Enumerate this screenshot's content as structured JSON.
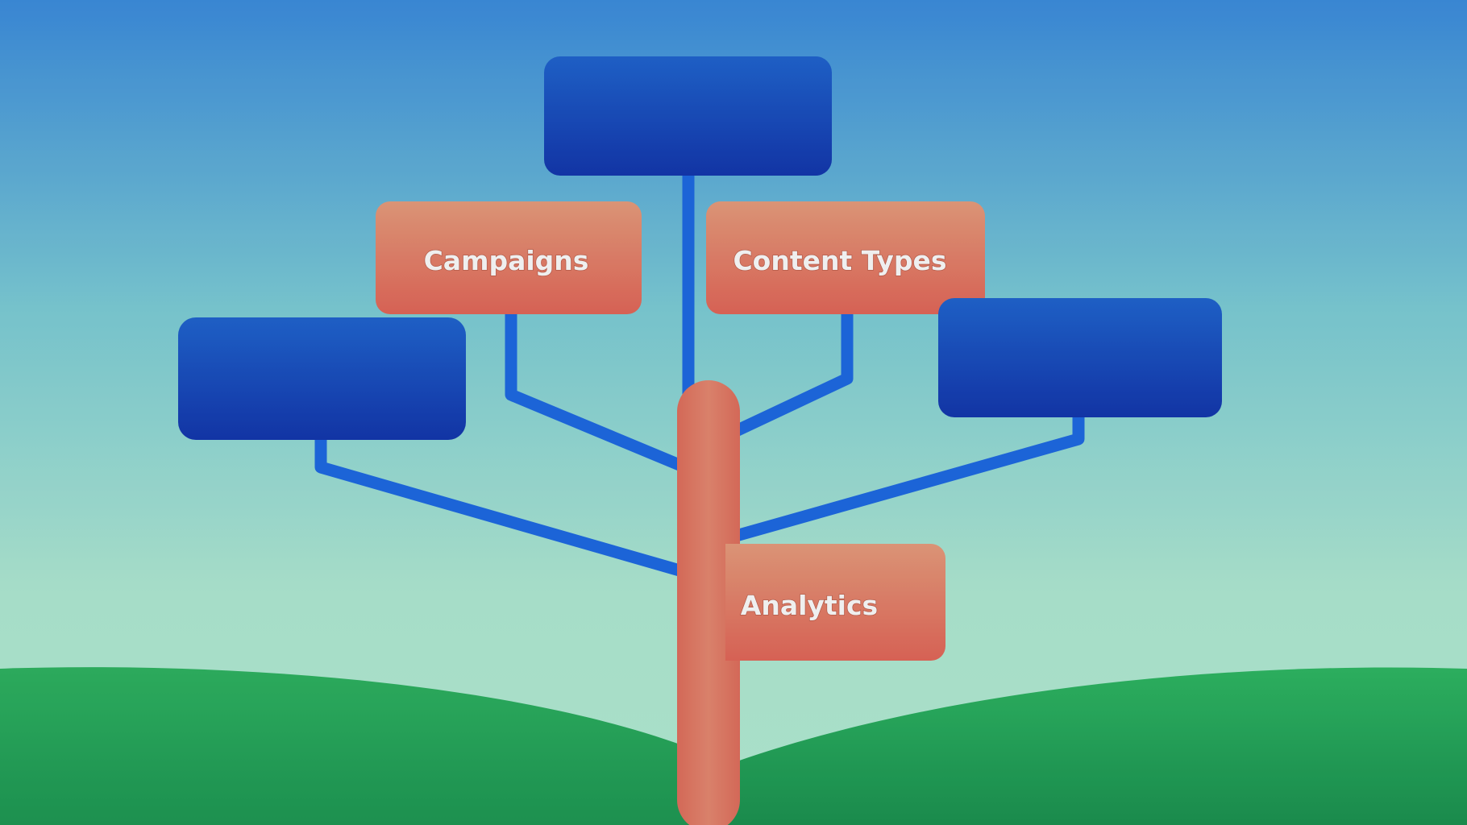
{
  "diagram": {
    "nodes": [
      {
        "id": "top",
        "label": "",
        "kind": "blue"
      },
      {
        "id": "campaigns",
        "label": "Campaigns",
        "kind": "coral"
      },
      {
        "id": "content_types",
        "label": "Content Types",
        "kind": "coral"
      },
      {
        "id": "left",
        "label": "",
        "kind": "blue"
      },
      {
        "id": "right",
        "label": "",
        "kind": "blue"
      },
      {
        "id": "analytics",
        "label": "Analytics",
        "kind": "coral"
      }
    ]
  },
  "colors": {
    "sky_top": "#3d8fe0",
    "sky_mid": "#7fd0d9",
    "sky_bottom": "#b2ecd6",
    "hill_light": "#33c46a",
    "hill_dark": "#1d9a55",
    "blue_box_top": "#2066d2",
    "blue_box_bottom": "#1438b0",
    "coral_top": "#e99e7e",
    "coral_bottom": "#e5685a",
    "connector": "#1e6be6",
    "trunk": "#e47a64"
  }
}
